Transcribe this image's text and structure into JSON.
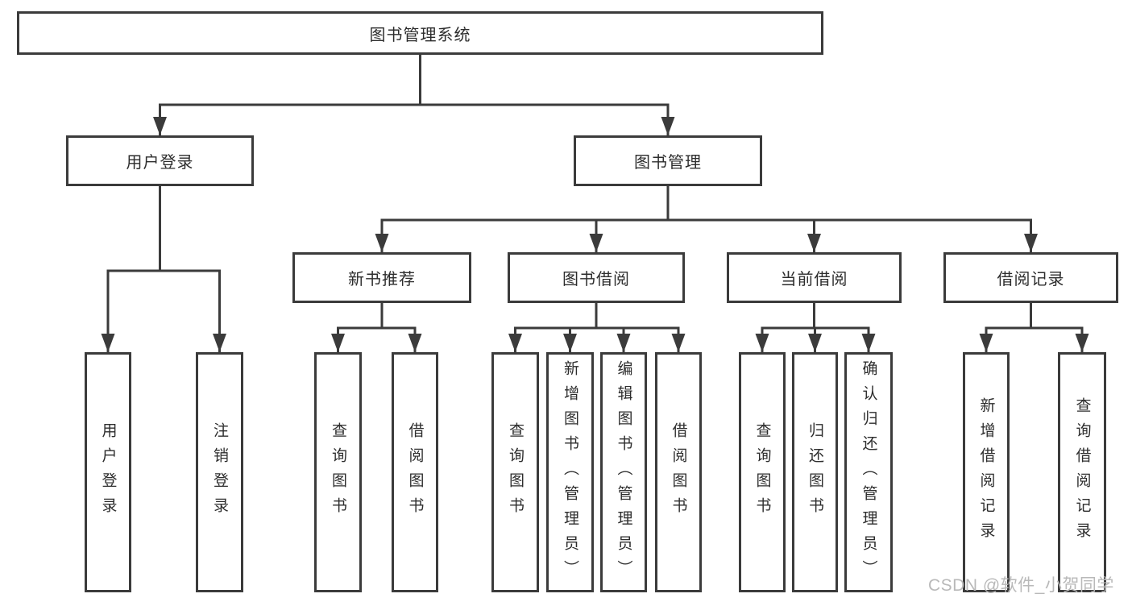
{
  "colors": {
    "line": "#3b3b3b",
    "text": "#2d2d2d",
    "watermark": "#b9b9b9",
    "bg": "#ffffff"
  },
  "watermark": "CSDN @软件_小贺同学",
  "tree": {
    "label": "图书管理系统",
    "children": [
      {
        "label": "用户登录",
        "children": [
          {
            "label": "用户登录"
          },
          {
            "label": "注销登录"
          }
        ]
      },
      {
        "label": "图书管理",
        "children": [
          {
            "label": "新书推荐",
            "children": [
              {
                "label": "查询图书"
              },
              {
                "label": "借阅图书"
              }
            ]
          },
          {
            "label": "图书借阅",
            "children": [
              {
                "label": "查询图书"
              },
              {
                "label": "新增图书（管理员）"
              },
              {
                "label": "编辑图书（管理员）"
              },
              {
                "label": "借阅图书"
              }
            ]
          },
          {
            "label": "当前借阅",
            "children": [
              {
                "label": "查询图书"
              },
              {
                "label": "归还图书"
              },
              {
                "label": "确认归还（管理员）"
              }
            ]
          },
          {
            "label": "借阅记录",
            "children": [
              {
                "label": "新增借阅记录"
              },
              {
                "label": "查询借阅记录"
              }
            ]
          }
        ]
      }
    ]
  }
}
